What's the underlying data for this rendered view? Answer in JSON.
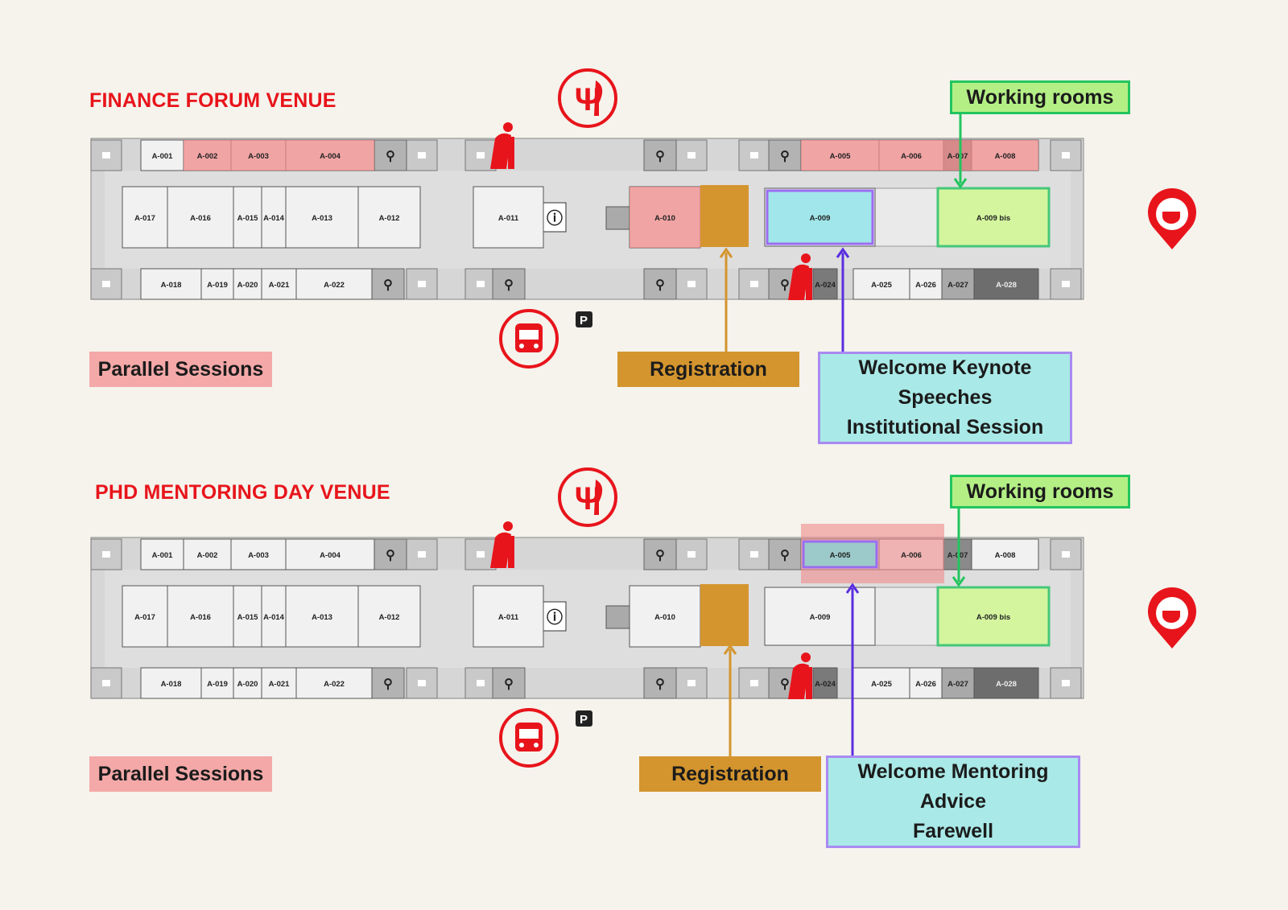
{
  "colors": {
    "title_red": "#e8141b",
    "parallel_sessions": "#f4a8a8",
    "registration": "#d4952f",
    "working_rooms": "#b4ef86",
    "working_rooms_border": "#22c55e",
    "welcome": "#a9e9e7",
    "welcome_border": "#a98af2",
    "icon_red": "#e8141b"
  },
  "venues": [
    {
      "title": "FINANCE FORUM VENUE",
      "working_rooms_label": "Working rooms",
      "parallel_sessions_label": "Parallel Sessions",
      "registration_label": "Registration",
      "welcome_lines": [
        "Welcome Keynote",
        "Speeches",
        "Institutional Session"
      ],
      "highlighted_parallel_rooms": [
        "A-002",
        "A-003",
        "A-004",
        "A-005",
        "A-006",
        "A-007",
        "A-008",
        "A-010"
      ],
      "highlighted_welcome_room": "A-009",
      "highlighted_working_room": "A-009 bis"
    },
    {
      "title": "PHD MENTORING DAY VENUE",
      "working_rooms_label": "Working rooms",
      "parallel_sessions_label": "Parallel Sessions",
      "registration_label": "Registration",
      "welcome_lines": [
        "Welcome Mentoring",
        "Advice",
        "Farewell"
      ],
      "highlighted_parallel_rooms": [
        "A-005",
        "A-006"
      ],
      "highlighted_welcome_room": "A-005",
      "highlighted_working_room": "A-009 bis"
    }
  ],
  "floor_plan": {
    "top_row_rooms": [
      "A-001",
      "A-002",
      "A-003",
      "A-004",
      "A-005",
      "A-006",
      "A-007",
      "A-008"
    ],
    "middle_rooms": [
      "A-017",
      "A-016",
      "A-015",
      "A-014",
      "A-013",
      "A-012",
      "A-011",
      "A-010",
      "A-009",
      "A-009 bis"
    ],
    "bottom_row_rooms": [
      "A-018",
      "A-019",
      "A-020",
      "A-021",
      "A-022",
      "A-024",
      "A-025",
      "A-026",
      "A-027",
      "A-028"
    ],
    "parking_label": "P"
  },
  "icons": [
    "restaurant-icon",
    "bus-stop-icon",
    "coffee-break-pin-icon",
    "water-fountain-icon",
    "parking-icon",
    "restroom-icon",
    "info-icon"
  ]
}
